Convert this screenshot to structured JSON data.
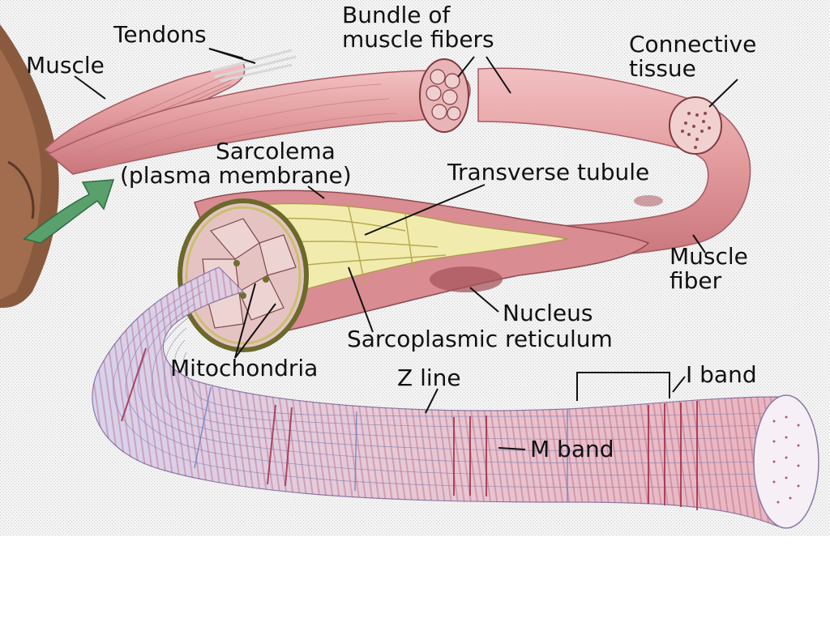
{
  "labels": {
    "tendons": "Tendons",
    "muscle": "Muscle",
    "bundle_line1": "Bundle of",
    "bundle_line2": "muscle fibers",
    "connective_line1": "Connective",
    "connective_line2": "tissue",
    "sarcolema_line1": "Sarcolema",
    "sarcolema_line2": "(plasma membrane)",
    "transverse_tubule": "Transverse tubule",
    "muscle_fiber_line1": "Muscle",
    "muscle_fiber_line2": "fiber",
    "nucleus": "Nucleus",
    "sarcoplasmic_reticulum": "Sarcoplasmic reticulum",
    "mitochondria": "Mitochondria",
    "z_line": "Z line",
    "i_band": "I band",
    "m_band": "M band"
  },
  "colors": {
    "muscle_pink": "#e7a1a4",
    "muscle_dark": "#b85c63",
    "myofibril_light": "#ddd6ec",
    "myofibril_stripe": "#a3304a",
    "sr_yellow": "#f1ecae",
    "arrow_green": "#5aa06c",
    "background_dither": "#ededed"
  }
}
